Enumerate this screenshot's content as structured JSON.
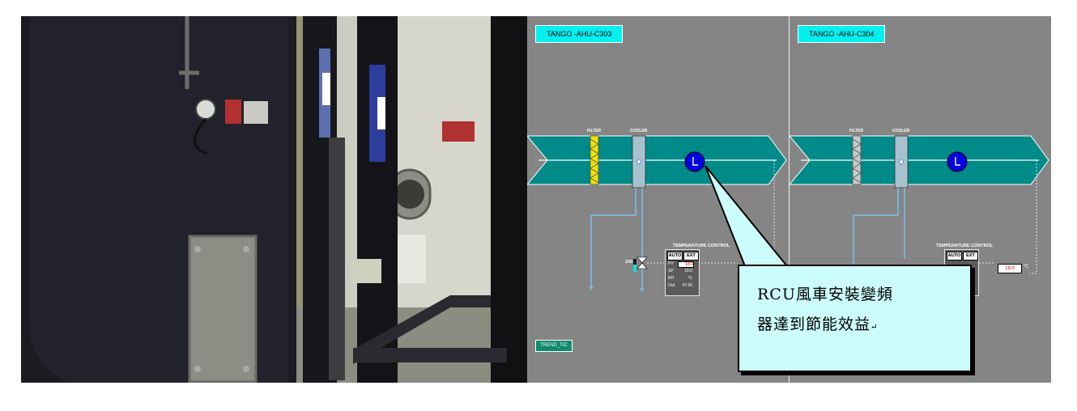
{
  "panels": [
    {
      "tag": "TANGO -AHU-C303",
      "filter_label": "FILTER",
      "cooler_label": "COOLER",
      "temp_control_title": "TEMPERATURE CONTROL",
      "mode_auto": "AUTO",
      "mode_ext": "EXT",
      "pv_label": "PV",
      "pv_value": "18.0",
      "sp_label": "SP",
      "sp_value": "18.0",
      "rh_label": "RH",
      "rh_unit": "℃",
      "out_label": "Out",
      "out_value": "47.56",
      "valve_value": "100",
      "setpoint_box": "",
      "setpoint_unit": "",
      "trend_button": "TREND_TIC",
      "filter_color": "#f0e000"
    },
    {
      "tag": "TANGO -AHU-C304",
      "filter_label": "FILTER",
      "cooler_label": "COOLER",
      "temp_control_title": "TEMPERATURE CONTROL",
      "mode_auto": "AUTO",
      "mode_ext": "EXT",
      "setpoint_box": "18.0",
      "setpoint_unit": "℃",
      "filter_color": "#c8c8c8"
    }
  ],
  "callout": {
    "line1": "RCU風車安裝變頻",
    "line2": "器達到節能效益",
    "mark": "↵"
  },
  "colors": {
    "duct": "#008a88",
    "fan": "#0000e0",
    "background": "#858585",
    "callout": "#cdfcfc",
    "tag": "#00f0f0"
  }
}
